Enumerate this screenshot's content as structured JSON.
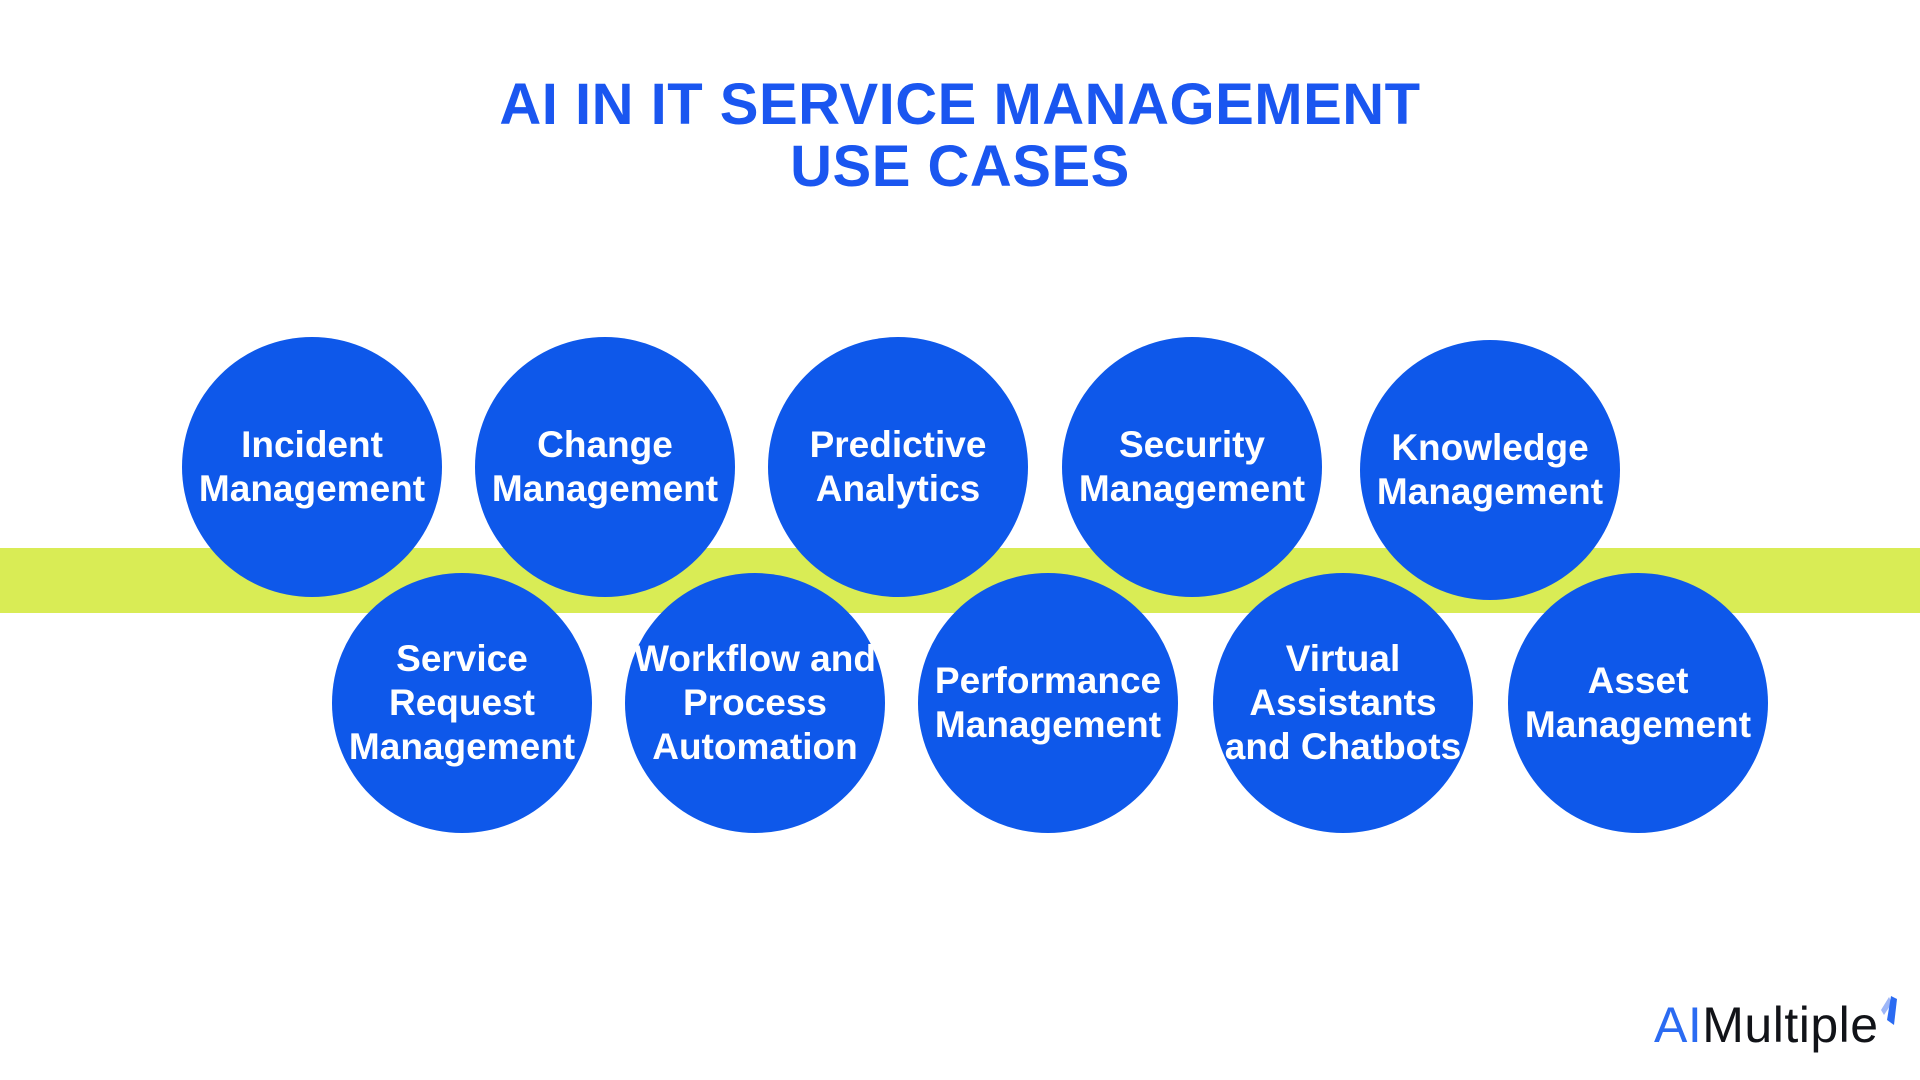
{
  "title": {
    "lines": [
      "AI IN IT SERVICE MANAGEMENT",
      "USE CASES"
    ]
  },
  "use_cases": [
    {
      "label": "Incident Management",
      "lines": [
        "Incident",
        "Management"
      ]
    },
    {
      "label": "Change Management",
      "lines": [
        "Change",
        "Management"
      ]
    },
    {
      "label": "Predictive Analytics",
      "lines": [
        "Predictive",
        "Analytics"
      ]
    },
    {
      "label": "Security Management",
      "lines": [
        "Security",
        "Management"
      ]
    },
    {
      "label": "Knowledge Management",
      "lines": [
        "Knowledge",
        "Management"
      ]
    },
    {
      "label": "Service Request Management",
      "lines": [
        "Service",
        "Request",
        "Management"
      ]
    },
    {
      "label": "Workflow and Process Automation",
      "lines": [
        "Workflow and",
        "Process",
        "Automation"
      ]
    },
    {
      "label": "Performance Management",
      "lines": [
        "Performance",
        "Management"
      ]
    },
    {
      "label": "Virtual Assistants and Chatbots",
      "lines": [
        "Virtual",
        "Assistants",
        "and Chatbots"
      ]
    },
    {
      "label": "Asset Management",
      "lines": [
        "Asset",
        "Management"
      ]
    }
  ],
  "logo": {
    "prefix": "AI",
    "name": "Multiple",
    "bolt_icon": "lightning-bolt-icon"
  },
  "colors": {
    "title_blue": "#1A56F0",
    "circle_blue": "#0E58EA",
    "band_lime": "#D9EC55",
    "text_white": "#FFFFFF",
    "logo_blue": "#2B6BF2",
    "logo_dark": "#111318",
    "bolt_light": "#9DB6F8"
  }
}
